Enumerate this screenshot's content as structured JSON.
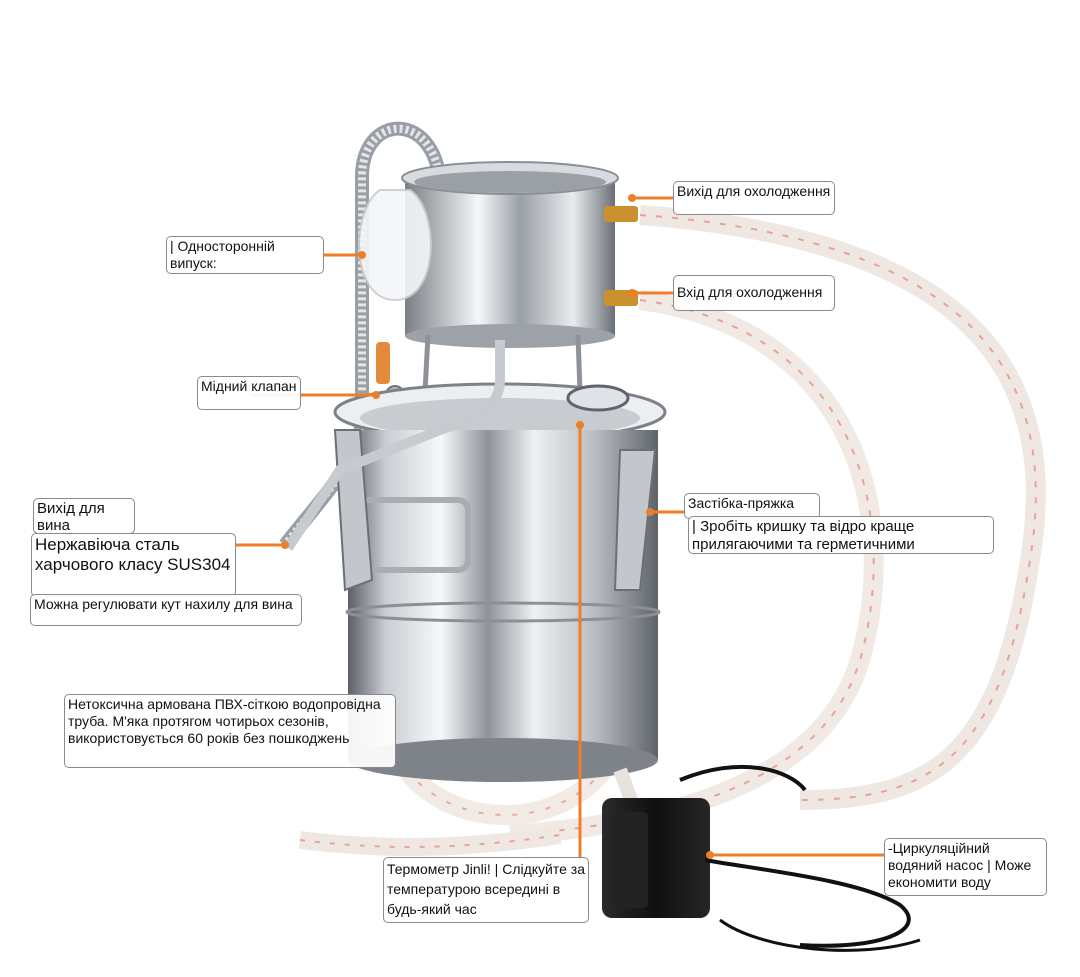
{
  "labels": {
    "one_way_outlet": "| Односторонній випуск:",
    "cooling_outlet": "Вихід для охолодження",
    "cooling_inlet": "Вхід для охолодження",
    "copper_valve": "Мідний клапан",
    "wine_outlet": "Вихід для вина",
    "steel_grade": "Нержавіюча сталь харчового класу SUS304",
    "tilt_adjust": "Можна регулювати кут нахилу для вина",
    "buckle_clasp": "Застібка-пряжка",
    "lid_seal": "| Зробіть кришку та відро краще прилягаючими та герметичними",
    "pvc_pipe": "Нетоксична армована ПВХ-сіткою водопровідна труба. М'яка протягом чотирьох сезонів, використовується 60 років без пошкоджень",
    "thermometer": "Термометр Jinli! | Слідкуйте за температурою всередині в будь-який час",
    "pump": "-Циркуляційний водяний насос | Може економити воду"
  },
  "colors": {
    "leader_line": "#ee7f2a",
    "steel_light": "#f4f5f7",
    "steel_dark": "#6d7278",
    "hose": "#f3ece6",
    "hose_stripe": "#e7a29b",
    "pump_body": "#141414"
  }
}
